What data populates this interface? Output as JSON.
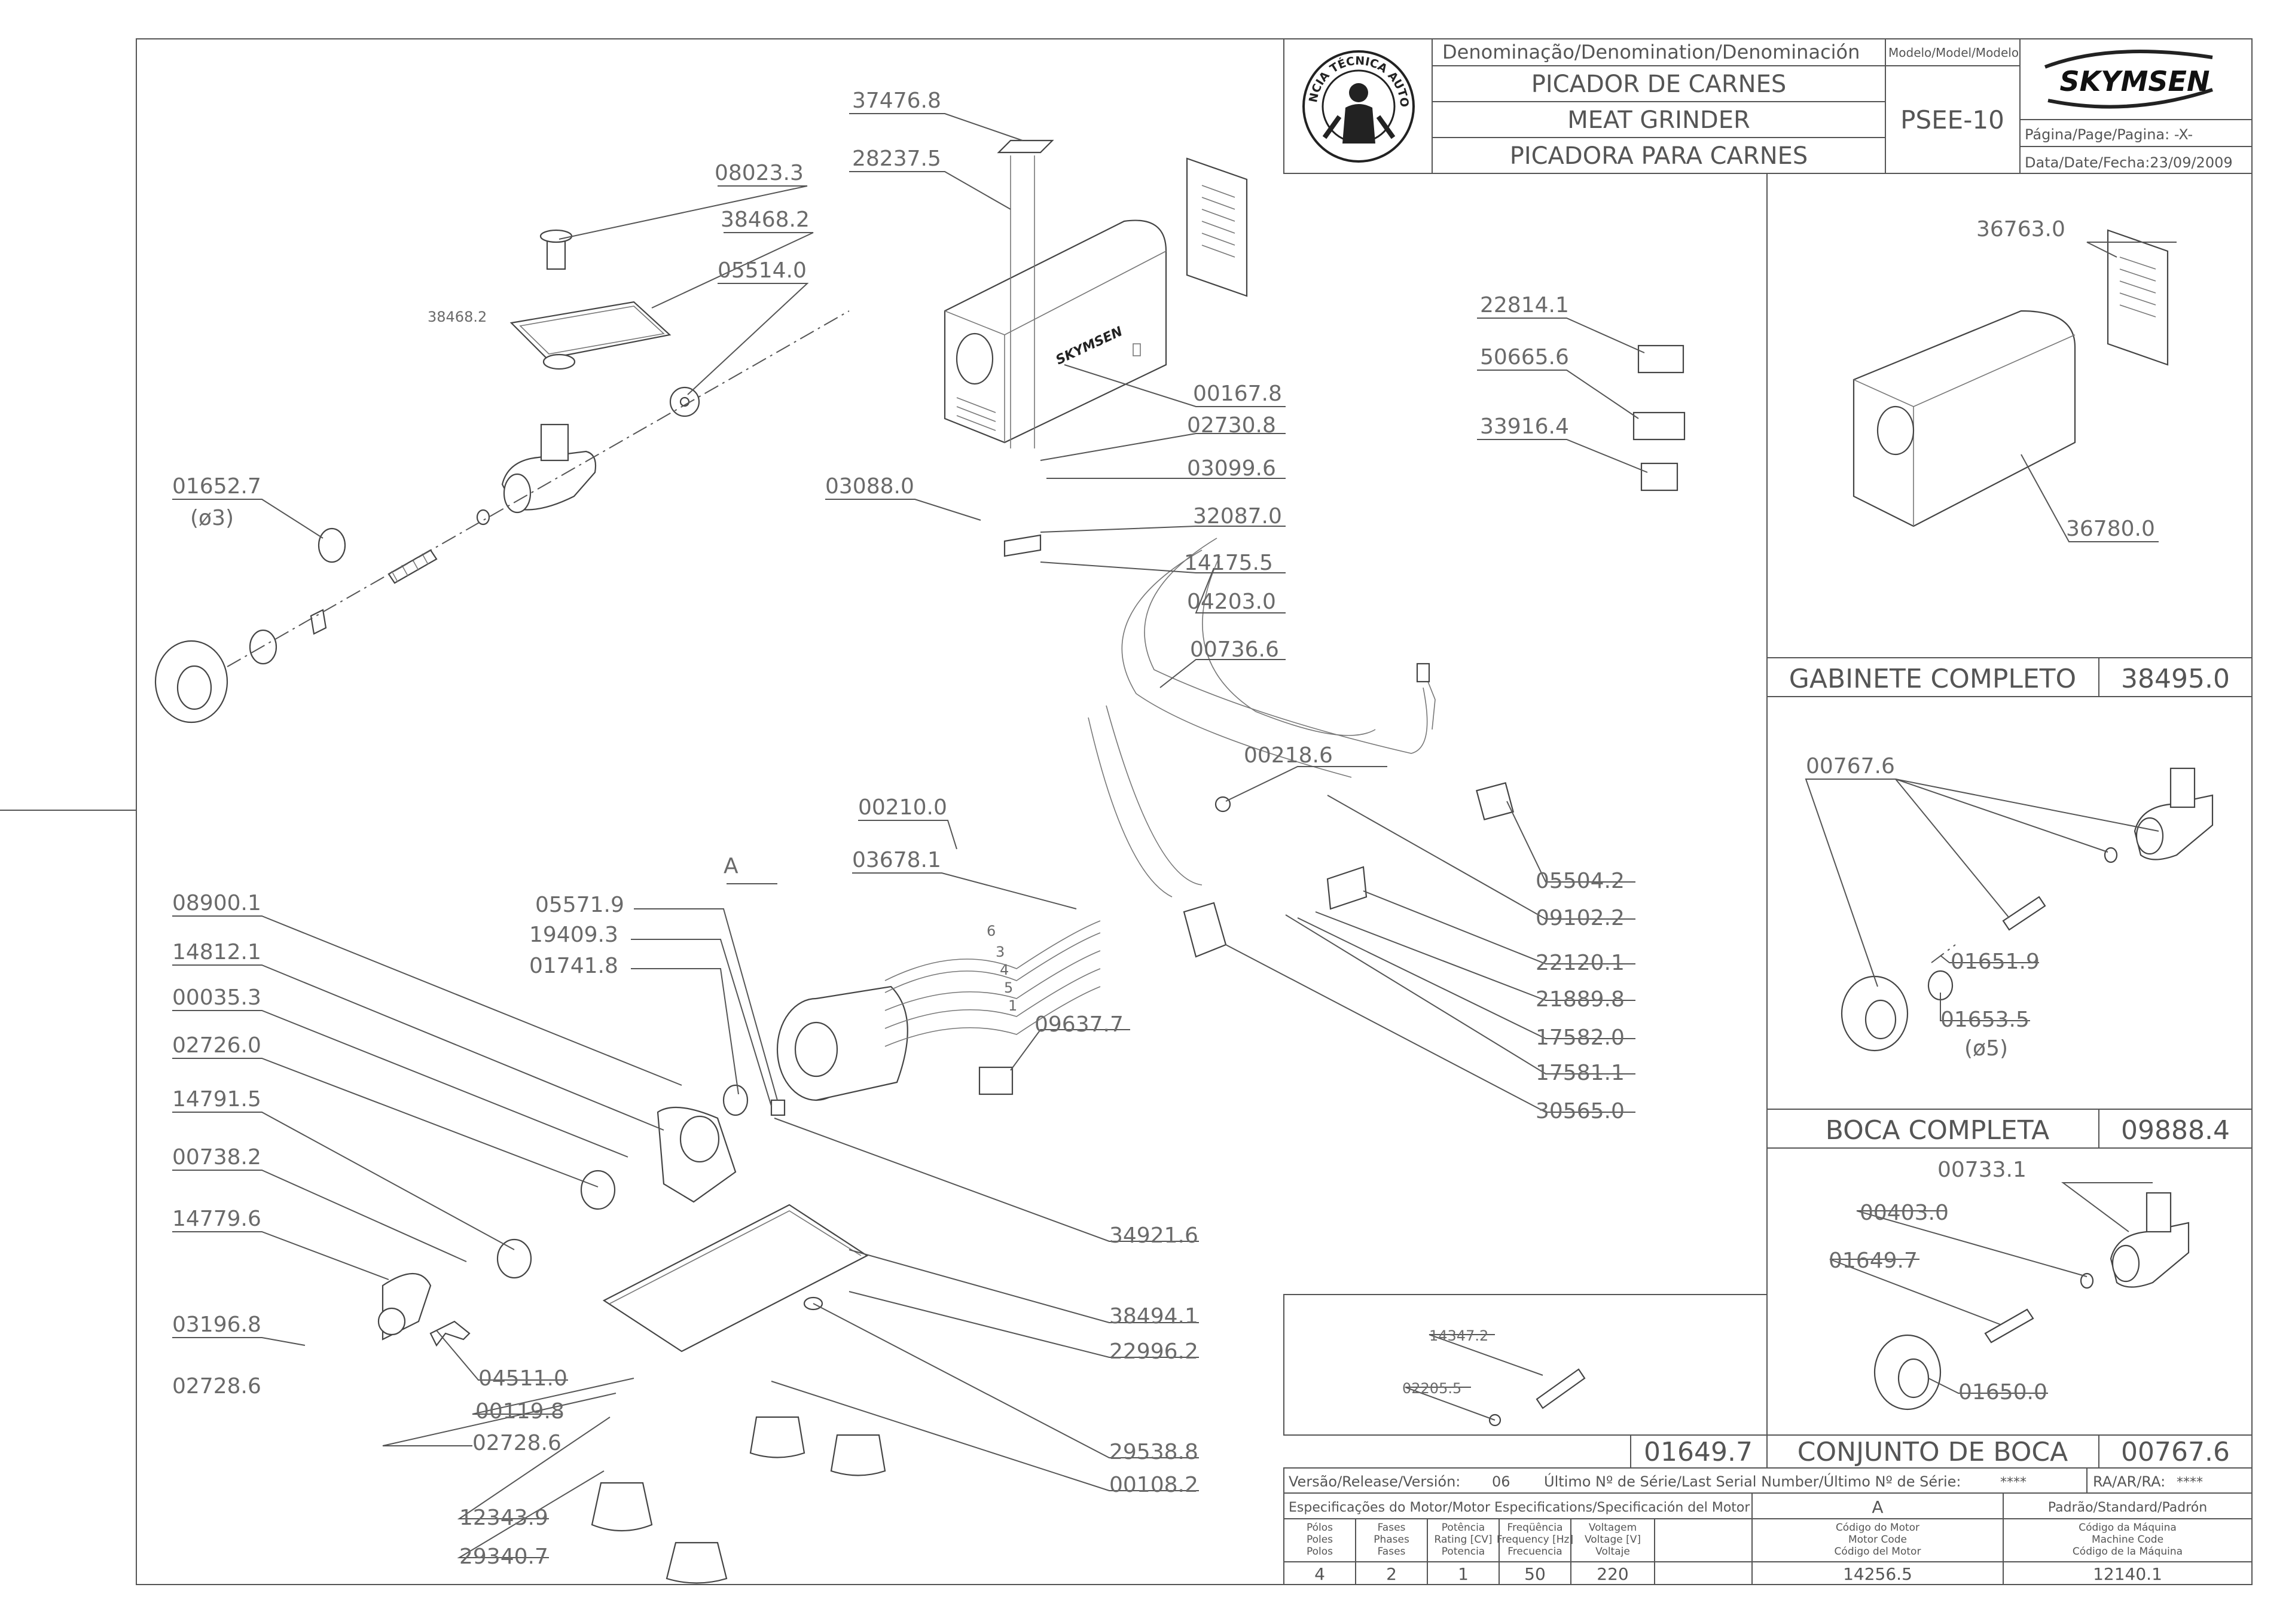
{
  "title_block": {
    "denomination_header": "Denominação/Denomination/Denominación",
    "model_header": "Modelo/Model/Modelo",
    "name_pt": "PICADOR DE CARNES",
    "name_en": "MEAT GRINDER",
    "name_es": "PICADORA PARA CARNES",
    "model": "PSEE-10",
    "brand": "SKYMSEN",
    "page_label": "Página/Page/Pagina: -X-",
    "date_label": "Data/Date/Fecha:23/09/2009",
    "seal_text": "ASSISTÊNCIA TÉCNICA AUTORIZADA"
  },
  "part_labels": [
    {
      "id": "p1",
      "text": "37476.8"
    },
    {
      "id": "p2",
      "text": "28237.5"
    },
    {
      "id": "p3",
      "text": "08023.3"
    },
    {
      "id": "p4",
      "text": "38468.2"
    },
    {
      "id": "p5",
      "text": "38468.2"
    },
    {
      "id": "p6",
      "text": "05514.0"
    },
    {
      "id": "p7",
      "text": "01652.7"
    },
    {
      "id": "p8",
      "text": "(ø3)"
    },
    {
      "id": "p9",
      "text": "00167.8"
    },
    {
      "id": "p10",
      "text": "02730.8"
    },
    {
      "id": "p11",
      "text": "03099.6"
    },
    {
      "id": "p12",
      "text": "03088.0"
    },
    {
      "id": "p13",
      "text": "32087.0"
    },
    {
      "id": "p14",
      "text": "14175.5"
    },
    {
      "id": "p15",
      "text": "22814.1"
    },
    {
      "id": "p16",
      "text": "50665.6"
    },
    {
      "id": "p17",
      "text": "33916.4"
    },
    {
      "id": "p18",
      "text": "04203.0"
    },
    {
      "id": "p19",
      "text": "00736.6"
    },
    {
      "id": "p20",
      "text": "00218.6"
    },
    {
      "id": "p21",
      "text": "00210.0"
    },
    {
      "id": "p22",
      "text": "03678.1"
    },
    {
      "id": "p23",
      "text": "05504.2"
    },
    {
      "id": "p24",
      "text": "09102.2"
    },
    {
      "id": "p25",
      "text": "22120.1"
    },
    {
      "id": "p26",
      "text": "21889.8"
    },
    {
      "id": "p27",
      "text": "17582.0"
    },
    {
      "id": "p28",
      "text": "17581.1"
    },
    {
      "id": "p29",
      "text": "30565.0"
    },
    {
      "id": "p30",
      "text": "08900.1"
    },
    {
      "id": "p31",
      "text": "05571.9"
    },
    {
      "id": "p32",
      "text": "19409.3"
    },
    {
      "id": "p33",
      "text": "01741.8"
    },
    {
      "id": "p34",
      "text": "14812.1"
    },
    {
      "id": "p35",
      "text": "00035.3"
    },
    {
      "id": "p36",
      "text": "02726.0"
    },
    {
      "id": "p37",
      "text": "09637.7"
    },
    {
      "id": "p38",
      "text": "14791.5"
    },
    {
      "id": "p39",
      "text": "00738.2"
    },
    {
      "id": "p40",
      "text": "34921.6"
    },
    {
      "id": "p41",
      "text": "14779.6"
    },
    {
      "id": "p42",
      "text": "38494.1"
    },
    {
      "id": "p43",
      "text": "22996.2"
    },
    {
      "id": "p44",
      "text": "03196.8"
    },
    {
      "id": "p45",
      "text": "04511.0"
    },
    {
      "id": "p46",
      "text": "02728.6"
    },
    {
      "id": "p47",
      "text": "00119.8"
    },
    {
      "id": "p48",
      "text": "02728.6"
    },
    {
      "id": "p49",
      "text": "29538.8"
    },
    {
      "id": "p50",
      "text": "00108.2"
    },
    {
      "id": "p51",
      "text": "12343.9"
    },
    {
      "id": "p52",
      "text": "29340.7"
    },
    {
      "id": "p53",
      "text": "A"
    },
    {
      "id": "p54",
      "text": "36763.0"
    },
    {
      "id": "p55",
      "text": "36780.0"
    },
    {
      "id": "p56",
      "text": "00767.6"
    },
    {
      "id": "p57",
      "text": "01651.9"
    },
    {
      "id": "p58",
      "text": "01653.5"
    },
    {
      "id": "p59",
      "text": "(ø5)"
    },
    {
      "id": "p60",
      "text": "00733.1"
    },
    {
      "id": "p61",
      "text": "00403.0"
    },
    {
      "id": "p62",
      "text": "01649.7"
    },
    {
      "id": "p63",
      "text": "01650.0"
    },
    {
      "id": "p64",
      "text": "14347.2"
    },
    {
      "id": "p65",
      "text": "02205.5"
    }
  ],
  "wire_numbers": [
    "6",
    "3",
    "4",
    "5",
    "1"
  ],
  "assemblies": {
    "gabinete": {
      "name": "GABINETE COMPLETO",
      "code": "38495.0"
    },
    "boca": {
      "name": "BOCA COMPLETA",
      "code": "09888.4"
    },
    "conjunto": {
      "ref": "01649.7",
      "name": "CONJUNTO DE BOCA",
      "code": "00767.6"
    }
  },
  "release_row": {
    "version_label": "Versão/Release/Versión:",
    "version_value": "06",
    "serial_label": "Último Nº de Série/Last Serial Number/Último Nº de Série:",
    "serial_value": "****",
    "ra_label": "RA/AR/RA:",
    "ra_value": "****"
  },
  "motor_specs": {
    "header": "Especificações do Motor/Motor Especifications/Specificación del Motor",
    "motor_ref": "A",
    "standard_header": "Padrão/Standard/Padrón",
    "columns": [
      {
        "h1": "Pólos",
        "h2": "Poles",
        "h3": "Polos",
        "value": "4"
      },
      {
        "h1": "Fases",
        "h2": "Phases",
        "h3": "Fases",
        "value": "2"
      },
      {
        "h1": "Potência",
        "h2": "Rating [CV]",
        "h3": "Potencia",
        "value": "1"
      },
      {
        "h1": "Freqüência",
        "h2": "Frequency [Hz]",
        "h3": "Frecuencia",
        "value": "50"
      },
      {
        "h1": "Voltagem",
        "h2": "Voltage [V]",
        "h3": "Voltaje",
        "value": "220"
      },
      {
        "h1": "Código do Motor",
        "h2": "Motor Code",
        "h3": "Código del Motor",
        "value": "14256.5"
      },
      {
        "h1": "Código da Máquina",
        "h2": "Machine Code",
        "h3": "Código de la Máquina",
        "value": "12140.1"
      }
    ]
  }
}
